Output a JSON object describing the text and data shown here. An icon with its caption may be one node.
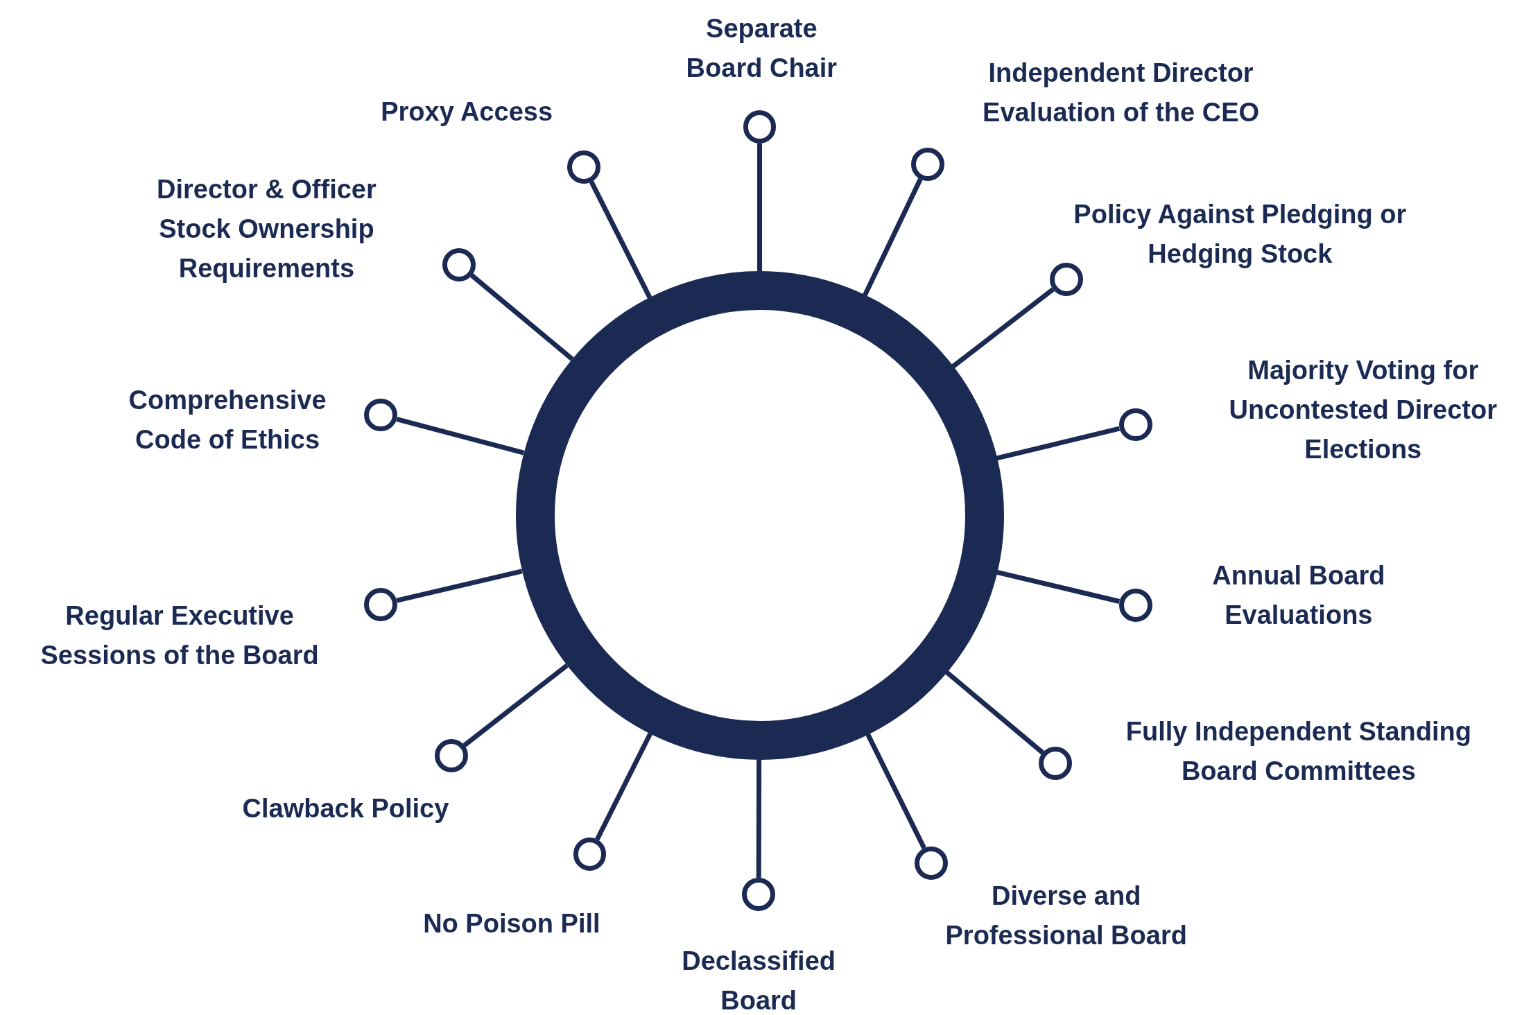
{
  "diagram": {
    "nodes": [
      {
        "text": [],
        "shape": "circle"
      },
      {
        "text": [],
        "shape": "circle",
        "beside": [
          "Separate Board Chair"
        ]
      },
      {
        "text": [],
        "shape": "circle",
        "beside": [
          "Independent Director Evaluation of the CEO"
        ]
      },
      {
        "text": [],
        "shape": "circle",
        "beside": [
          "Policy Against Pledging or Hedging Stock"
        ]
      },
      {
        "text": [],
        "shape": "circle",
        "beside": [
          "Majority Voting for Uncontested Director Elections"
        ]
      },
      {
        "text": [],
        "shape": "circle",
        "beside": [
          "Annual Board Evaluations"
        ]
      },
      {
        "text": [],
        "shape": "circle",
        "beside": [
          "Fully Independent Standing Board Committees"
        ]
      },
      {
        "text": [],
        "shape": "circle",
        "beside": [
          "Diverse and Professional Board"
        ]
      },
      {
        "text": [],
        "shape": "circle",
        "beside": [
          "Declassified Board"
        ]
      },
      {
        "text": [],
        "shape": "circle",
        "beside": [
          "No Poison Pill"
        ]
      },
      {
        "text": [],
        "shape": "circle",
        "beside": [
          "Clawback Policy"
        ]
      },
      {
        "text": [],
        "shape": "circle",
        "beside": [
          "Regular Executive Sessions of the Board"
        ]
      },
      {
        "text": [],
        "shape": "circle",
        "beside": [
          "Comprehensive Code of Ethics"
        ]
      },
      {
        "text": [],
        "shape": "circle",
        "beside": [
          "Director & Officer Stock Ownership Requirements"
        ]
      },
      {
        "text": [],
        "shape": "circle",
        "beside": [
          "Proxy Access"
        ]
      }
    ],
    "edges": [
      {
        "from": 0,
        "to": 1,
        "arrow": "none"
      },
      {
        "from": 0,
        "to": 2,
        "arrow": "none"
      },
      {
        "from": 0,
        "to": 3,
        "arrow": "none"
      },
      {
        "from": 0,
        "to": 4,
        "arrow": "none"
      },
      {
        "from": 0,
        "to": 5,
        "arrow": "none"
      },
      {
        "from": 0,
        "to": 6,
        "arrow": "none"
      },
      {
        "from": 0,
        "to": 7,
        "arrow": "none"
      },
      {
        "from": 0,
        "to": 8,
        "arrow": "none"
      },
      {
        "from": 0,
        "to": 9,
        "arrow": "none"
      },
      {
        "from": 0,
        "to": 10,
        "arrow": "none"
      },
      {
        "from": 0,
        "to": 11,
        "arrow": "none"
      },
      {
        "from": 0,
        "to": 12,
        "arrow": "none"
      },
      {
        "from": 0,
        "to": 13,
        "arrow": "none"
      },
      {
        "from": 0,
        "to": 14,
        "arrow": "none"
      }
    ]
  }
}
